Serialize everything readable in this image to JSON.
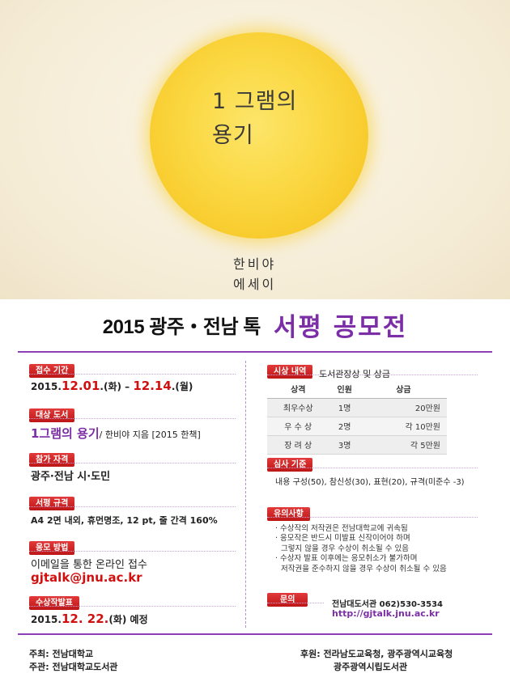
{
  "cover": {
    "title_line1": "1 그램의",
    "title_line2": "용기",
    "author_line1": "한비야",
    "author_line2": "에세이"
  },
  "headline": {
    "main": "2015 광주・전남 톡",
    "accent": "서평 공모전"
  },
  "left": {
    "period": {
      "label": "접수 기간",
      "year": "2015.",
      "start": "12.01",
      "start_day": ".(화)",
      "dash": " – ",
      "end": "12.14",
      "end_day": ".(월)"
    },
    "book": {
      "label": "대상 도서",
      "title": "1그램의 용기",
      "rest": "/ 한비야 지음 [2015 한책]"
    },
    "qualification": {
      "label": "참가 자격",
      "value": "광주·전남 시·도민"
    },
    "spec": {
      "label": "서평 규격",
      "value": "A4 2면 내외, 휴먼명조, 12 pt, 줄 간격 160%"
    },
    "method": {
      "label": "응모 방법",
      "value": "이메일을 통한 온라인 접수",
      "email": "gjtalk@jnu.ac.kr"
    },
    "announce": {
      "label": "수상작발표",
      "year": "2015.",
      "date": "12. 22.",
      "rest": "(화) 예정"
    }
  },
  "right": {
    "award": {
      "label": "시상 내역",
      "desc": "도서관장상 및 상금",
      "headers": [
        "상격",
        "인원",
        "상금"
      ],
      "rows": [
        [
          "최우수상",
          "1명",
          "20만원"
        ],
        [
          "우 수 상",
          "2명",
          "각 10만원"
        ],
        [
          "장 려 상",
          "3명",
          "각 5만원"
        ]
      ]
    },
    "criteria": {
      "label": "심사 기준",
      "value": "내용 구성(50), 참신성(30), 표현(20), 규격(미준수 -3)"
    },
    "notes": {
      "label": "유의사항",
      "lines": [
        "· 수상작의 저작권은 전남대학교에 귀속됨",
        "· 응모작은 반드시 미발표 신작이어야 하며",
        "그렇지 않을 경우 수상이 취소될 수 있음",
        "· 수상자 발표 이후에는 응모취소가 불가하며",
        "저작권을 준수하지 않을 경우 수상이 취소될 수 있음"
      ]
    },
    "contact": {
      "label": "문의",
      "value": "전남대도서관 062)530-3534",
      "link": "http://gjtalk.jnu.ac.kr"
    }
  },
  "footer": {
    "host": "주최: 전남대학교",
    "organizer": "주관: 전남대학교도서관",
    "sponsor_line1": "후원: 전라남도교육청, 광주광역시교육청",
    "sponsor_line2": "광주광역시립도서관"
  },
  "colors": {
    "accent_purple": "#7b2ea6",
    "label_red": "#c91c1c",
    "highlight_red": "#d10f0f",
    "sun_yellow": "#fbd945"
  }
}
